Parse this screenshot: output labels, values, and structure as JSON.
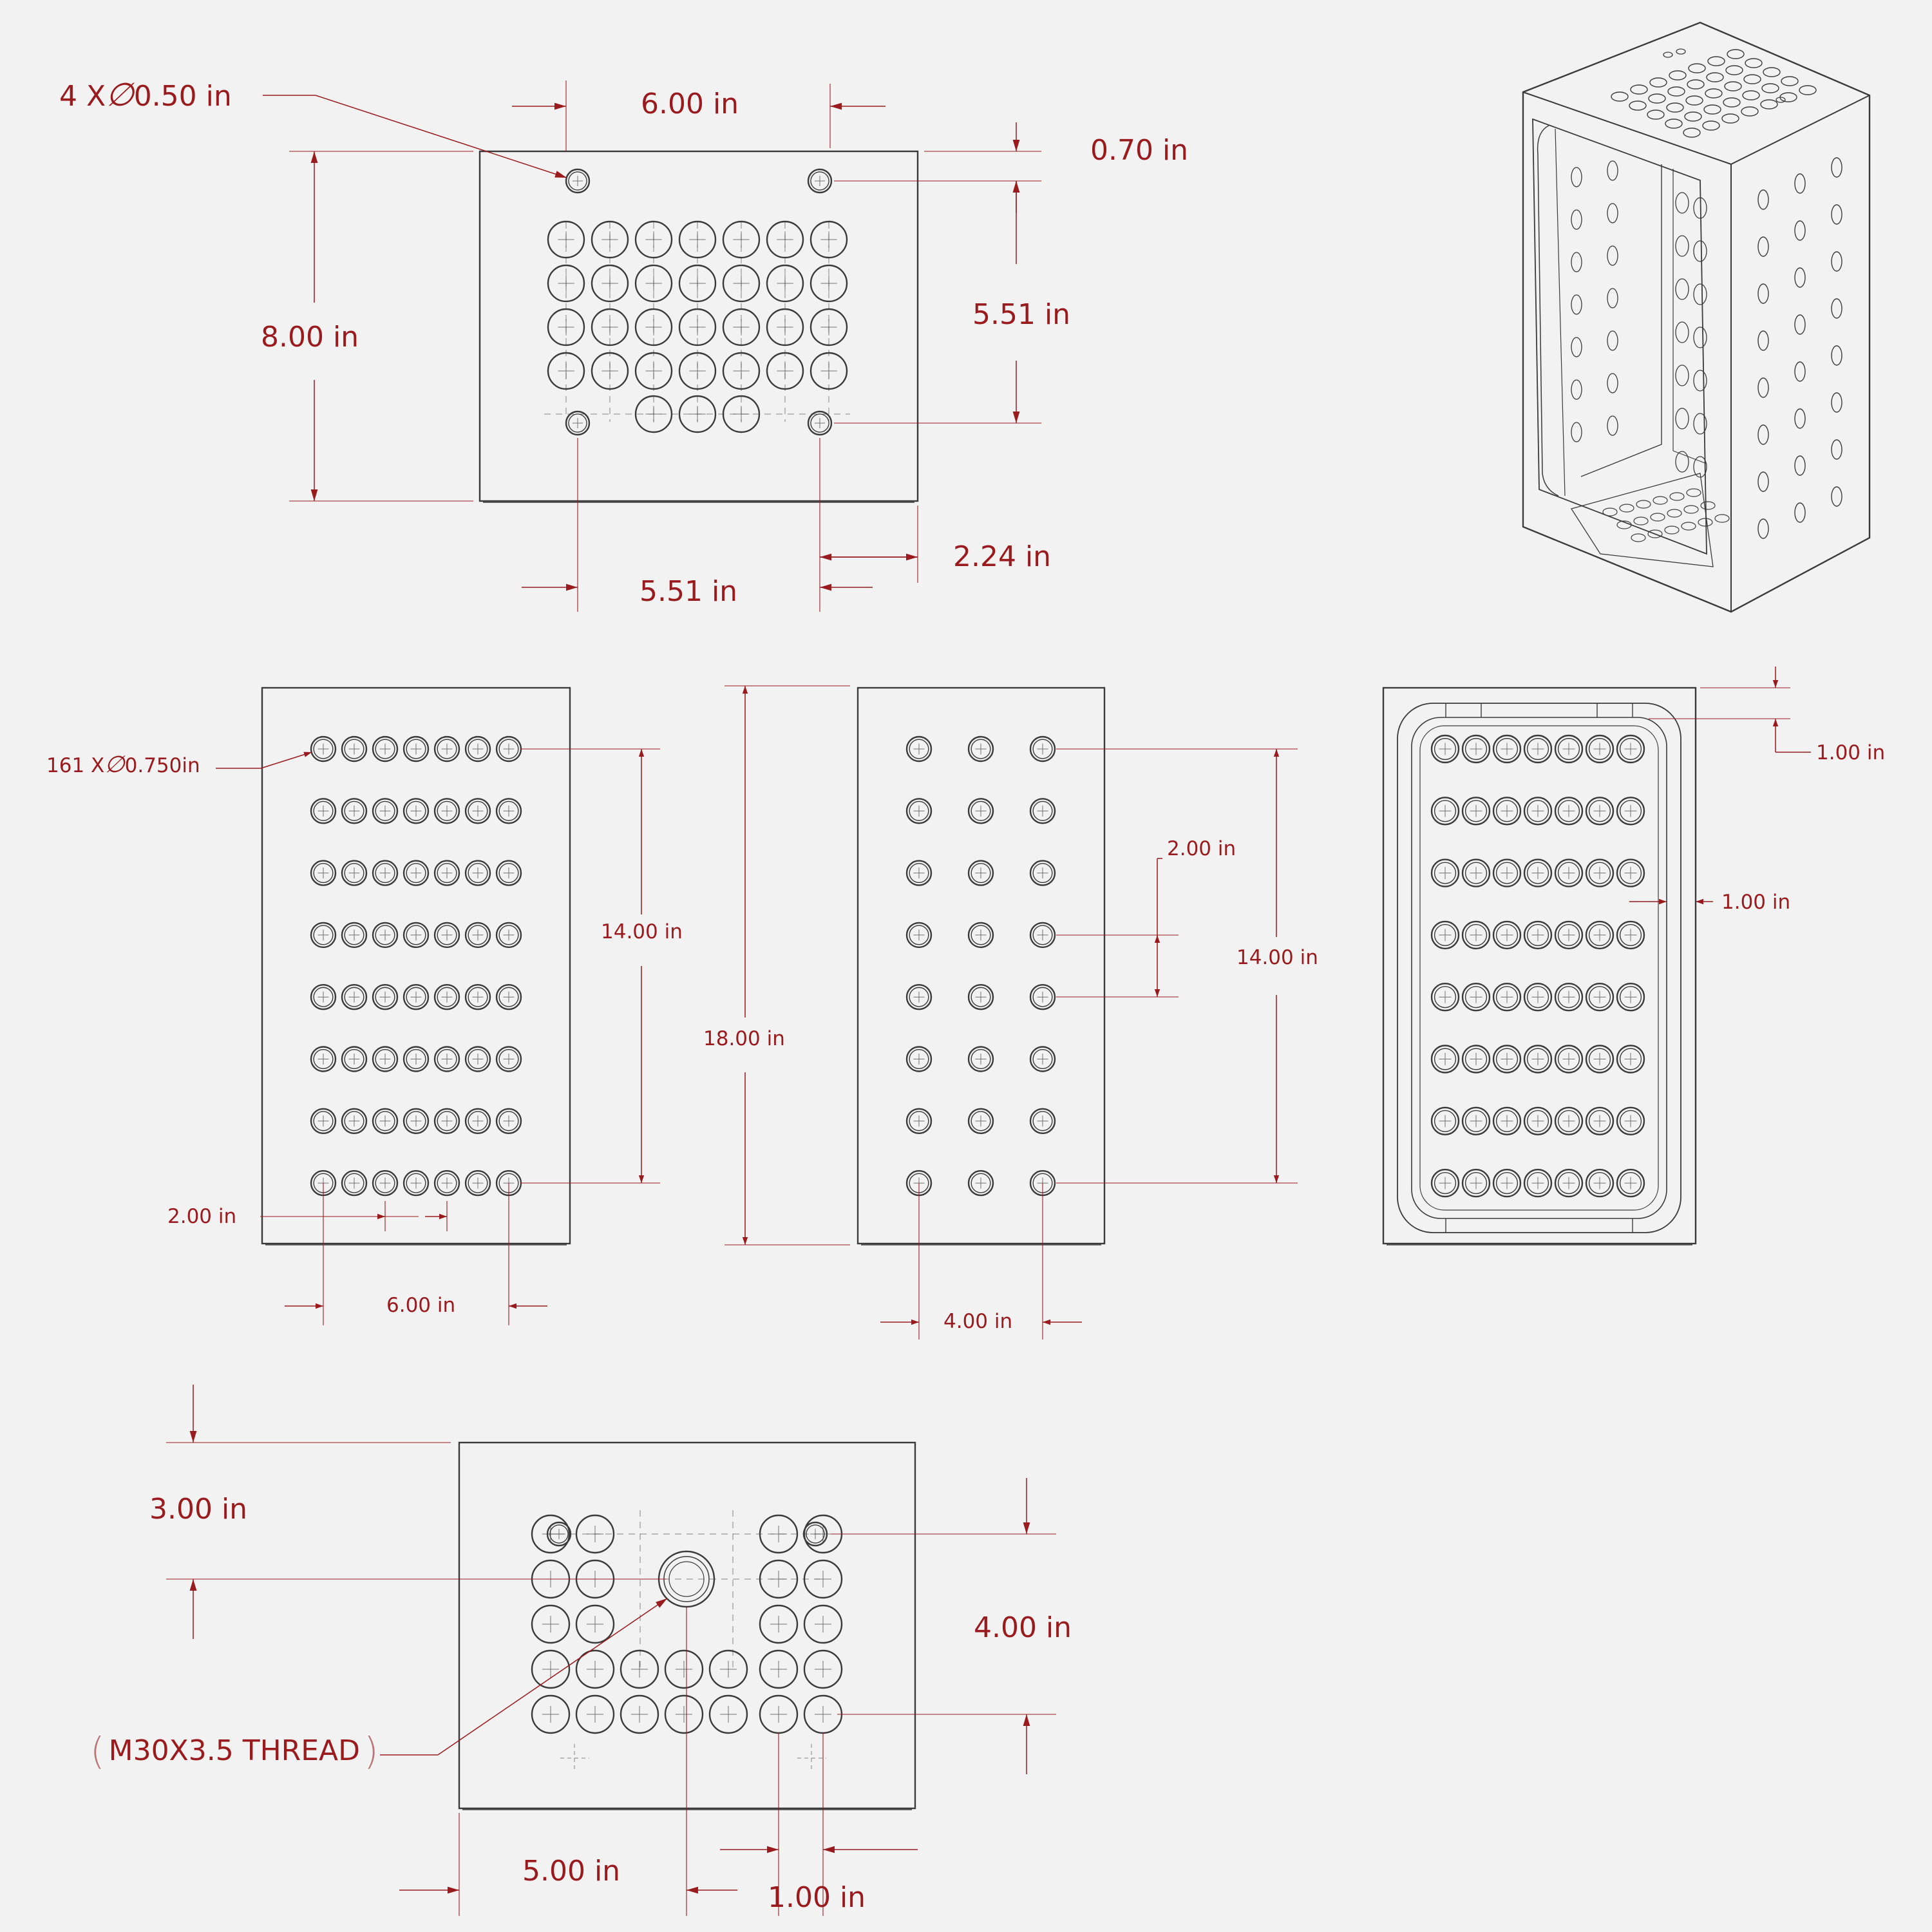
{
  "colors": {
    "background": "#f2f2f2",
    "outline": "#3a3a3a",
    "dimension": "#9a1b1e",
    "leader": "#c44d52"
  },
  "top_view": {
    "hole_callout": {
      "count": "4 X",
      "diameter_symbol": "∅",
      "value": "0.50  in"
    },
    "dims": {
      "width": "6.00  in",
      "top_offset": "0.70  in",
      "height": "8.00  in",
      "hole_pitch_vertical": "5.51  in",
      "right_offset": "2.24  in",
      "hole_pitch_horizontal": "5.51  in"
    }
  },
  "front_view": {
    "hole_callout": {
      "count": "161 X",
      "diameter_symbol": "∅",
      "value": "0.750in"
    },
    "dims": {
      "span": "14.00  in",
      "pitch": "2.00  in",
      "width": "6.00  in"
    }
  },
  "overall_height": "18.00  in",
  "side_view": {
    "dims": {
      "pitch": "2.00  in",
      "span": "14.00  in",
      "width": "4.00  in"
    }
  },
  "back_view": {
    "dims": {
      "top_offset": "1.00  in",
      "side_offset": "1.00  in"
    }
  },
  "bottom_view": {
    "thread_callout": {
      "open": "(",
      "text": "M30X3.5 THREAD",
      "close": ")"
    },
    "dims": {
      "vertical_offset": "3.00  in",
      "hole_span": "4.00  in",
      "horizontal_offset": "5.00  in",
      "pitch": "1.00  in"
    }
  },
  "isometric_view": {}
}
